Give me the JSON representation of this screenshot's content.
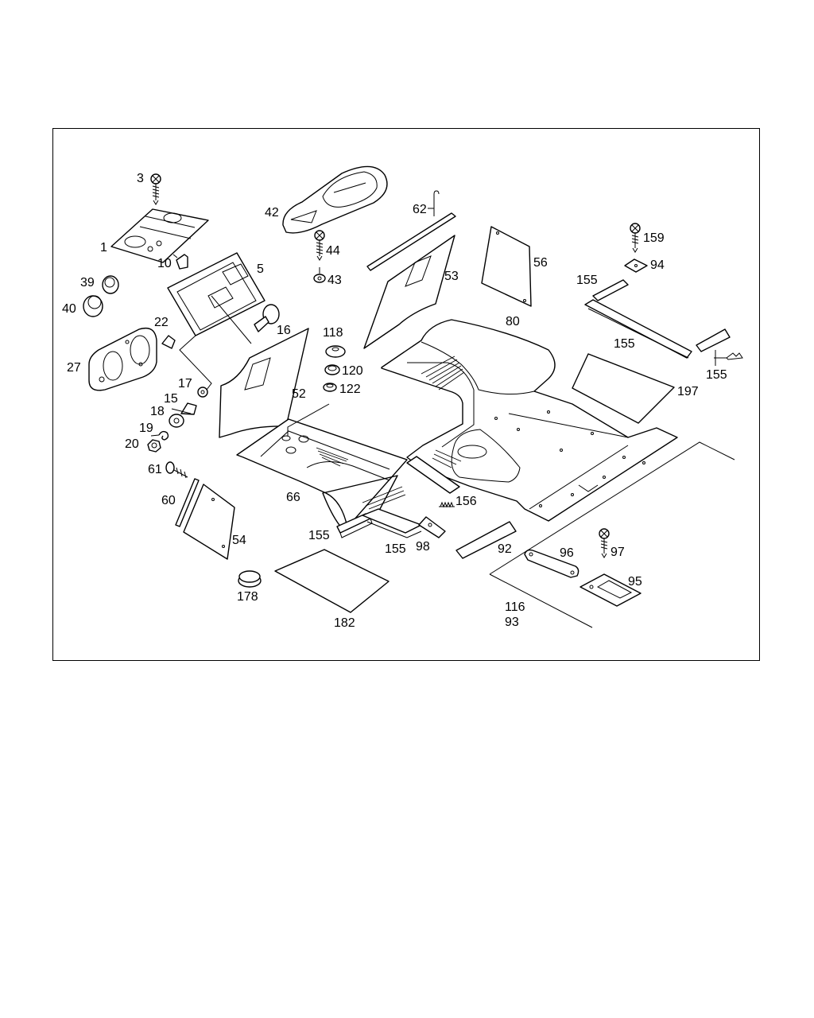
{
  "diagram": {
    "background": "#ffffff",
    "line_color": "#000000",
    "callouts": {
      "c3": "3",
      "c1": "1",
      "c10": "10",
      "c39": "39",
      "c40": "40",
      "c27": "27",
      "c22": "22",
      "c5": "5",
      "c16": "16",
      "c17": "17",
      "c15": "15",
      "c18": "18",
      "c19": "19",
      "c20": "20",
      "c61": "61",
      "c60": "60",
      "c54": "54",
      "c178": "178",
      "c42": "42",
      "c44": "44",
      "c43": "43",
      "c118": "118",
      "c120": "120",
      "c122": "122",
      "c52": "52",
      "c66": "66",
      "c155a": "155",
      "c155b": "155",
      "c98": "98",
      "c182": "182",
      "c62": "62",
      "c53": "53",
      "c56": "56",
      "c80": "80",
      "c156": "156",
      "c92": "92",
      "c96": "96",
      "c97": "97",
      "c95": "95",
      "c116": "116",
      "c93": "93",
      "c159": "159",
      "c94": "94",
      "c155c": "155",
      "c155d": "155",
      "c155e": "155",
      "c197": "197"
    }
  }
}
